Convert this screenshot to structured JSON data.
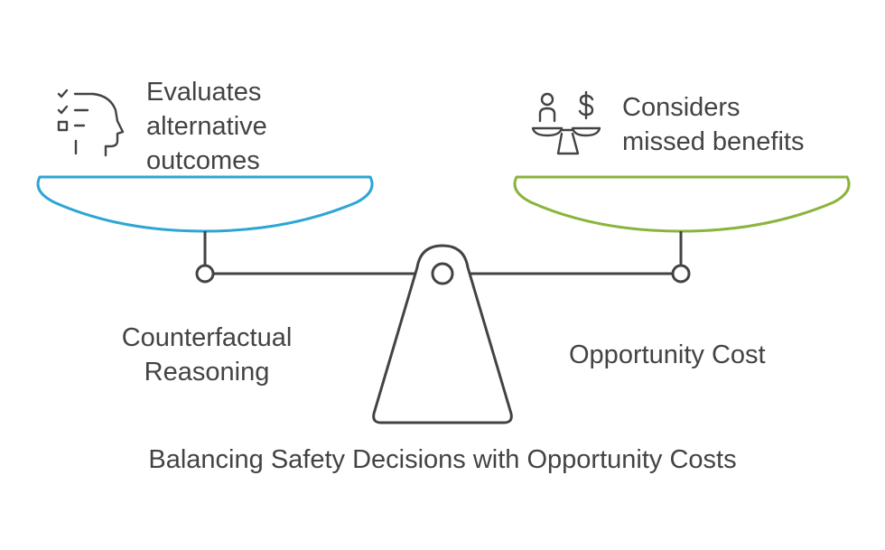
{
  "diagram": {
    "caption": "Balancing Safety Decisions with Opportunity Costs",
    "left": {
      "label_lines": [
        "Counterfactual",
        "Reasoning"
      ],
      "description_lines": [
        "Evaluates",
        "alternative",
        "outcomes"
      ],
      "icon": "checklist-head-icon",
      "color": "#2ea6d3"
    },
    "right": {
      "label_lines": [
        "Opportunity Cost"
      ],
      "description_lines": [
        "Considers",
        "missed benefits"
      ],
      "icon": "person-money-scale-icon",
      "color": "#8bb43c"
    },
    "structure_color": "#434343"
  }
}
